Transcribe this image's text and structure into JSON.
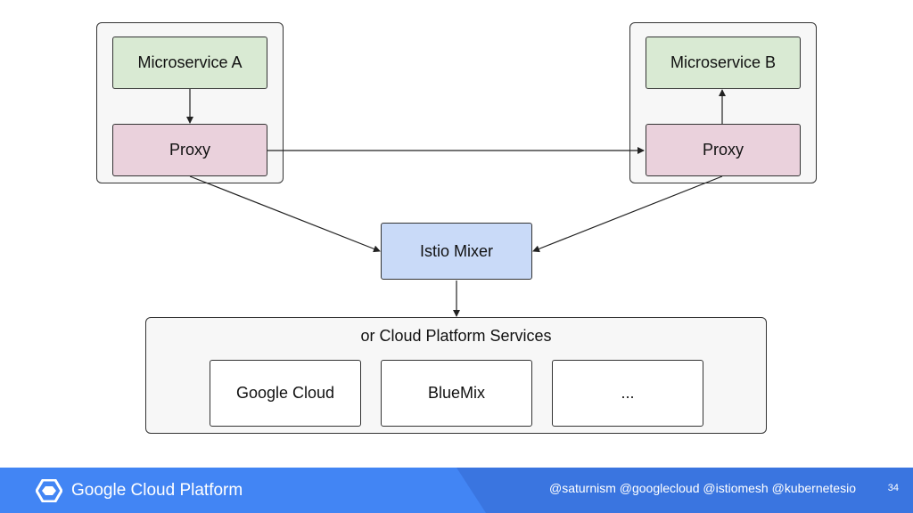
{
  "diagram": {
    "microservice_a": "Microservice A",
    "microservice_b": "Microservice B",
    "proxy_a": "Proxy",
    "proxy_b": "Proxy",
    "mixer": "Istio Mixer",
    "services_group_title": "or Cloud Platform Services",
    "services": [
      "Google Cloud",
      "BlueMix",
      "..."
    ]
  },
  "footer": {
    "brand": "Google Cloud Platform",
    "handles": "@saturnism @googlecloud @istiomesh @kubernetesio",
    "page_number": "34",
    "colors": {
      "bar": "#4285f4",
      "bar_dark": "#3367d6"
    }
  },
  "colors": {
    "microservice_fill": "#d9ead3",
    "proxy_fill": "#ead1dc",
    "mixer_fill": "#c9daf8",
    "container_fill": "#f7f7f7"
  }
}
